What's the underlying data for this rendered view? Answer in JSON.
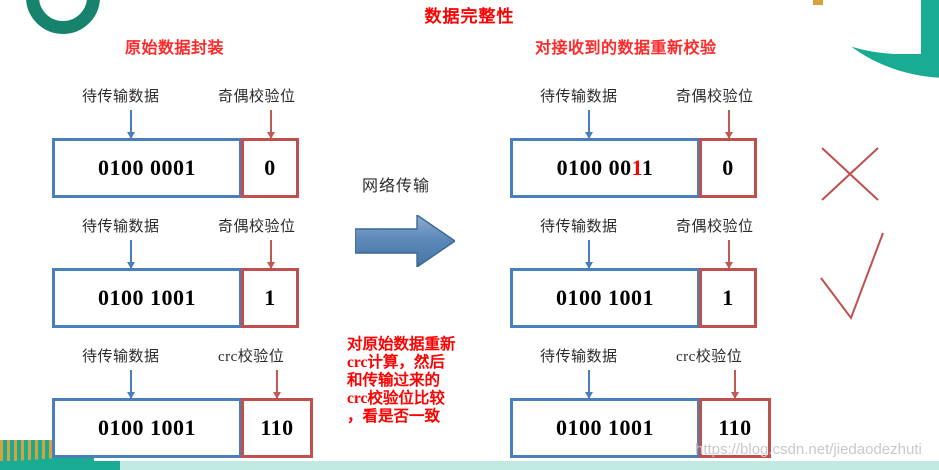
{
  "slide": {
    "title": "数据完整性",
    "watermark": "https://blog.csdn.net/jiedaodezhuti"
  },
  "left_column": {
    "heading": "原始数据封装",
    "rows": [
      {
        "data_label": "待传输数据",
        "check_label": "奇偶校验位",
        "data_value": "0100 0001",
        "check_value": "0"
      },
      {
        "data_label": "待传输数据",
        "check_label": "奇偶校验位",
        "data_value": "0100 1001",
        "check_value": "1"
      },
      {
        "data_label": "待传输数据",
        "check_label": "crc校验位",
        "data_value": "0100 1001",
        "check_value": "110"
      }
    ]
  },
  "right_column": {
    "heading": "对接收到的数据重新校验",
    "rows": [
      {
        "data_label": "待传输数据",
        "check_label": "奇偶校验位",
        "data_value_prefix": "0100 00",
        "data_value_flipped": "1",
        "data_value_suffix": "1",
        "check_value": "0",
        "verdict": "cross"
      },
      {
        "data_label": "待传输数据",
        "check_label": "奇偶校验位",
        "data_value": "0100 1001",
        "check_value": "1",
        "verdict": "check"
      },
      {
        "data_label": "待传输数据",
        "check_label": "crc校验位",
        "data_value": "0100 1001",
        "check_value": "110",
        "verdict": "none"
      }
    ]
  },
  "middle": {
    "transmit_label": "网络传输",
    "note_lines": [
      "对原始数据重新",
      "crc计算，然后",
      "和传输过来的",
      "crc校验位比较",
      "，看是否一致"
    ]
  },
  "colors": {
    "title_red": "#ff0000",
    "heading_red": "#ff2a2a",
    "data_border_blue": "#4a7fbd",
    "check_border_red": "#c0504d",
    "arrow_blue": "#4a7fbd",
    "arrow_red": "#bf5a55",
    "deco_teal": "#1aab93",
    "deco_gold": "#d8a13c",
    "verdict_red": "#c0504d"
  }
}
